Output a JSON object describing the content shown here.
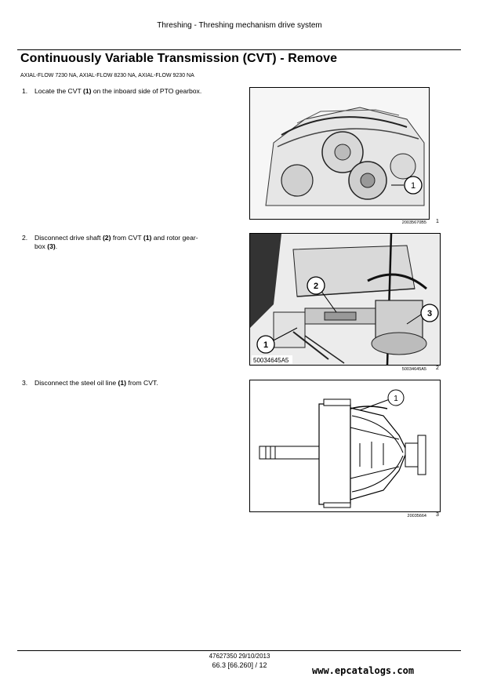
{
  "header": {
    "text": "Threshing - Threshing mechanism drive system"
  },
  "title": "Continuously Variable Transmission (CVT) - Remove",
  "models": "AXIAL-FLOW 7230 NA, AXIAL-FLOW 8230 NA, AXIAL-FLOW 9230 NA",
  "steps": [
    {
      "num": "1.",
      "pre": "Locate the CVT ",
      "b1": "(1)",
      "mid": " on the inboard side of PTO gearbox.",
      "b2": "",
      "post": ""
    },
    {
      "num": "2.",
      "pre": "Disconnect drive shaft ",
      "b1": "(2)",
      "mid": " from CVT ",
      "b2": "(1)",
      "post": " and rotor gear-",
      "line2_pre": "box ",
      "line2_b": "(3)",
      "line2_post": "."
    },
    {
      "num": "3.",
      "pre": "Disconnect the steel oil line ",
      "b1": "(1)",
      "mid": " from CVT.",
      "b2": "",
      "post": ""
    }
  ],
  "figures": [
    {
      "code": "20035670B5",
      "number": "1",
      "callouts": [
        "1"
      ]
    },
    {
      "code": "50034645A5",
      "number": "2",
      "callouts": [
        "2",
        "3",
        "1"
      ],
      "stamp": "50034645A5"
    },
    {
      "code": "20035664",
      "number": "3",
      "callouts": [
        "1"
      ]
    }
  ],
  "footer": {
    "doc": "47627350 29/10/2013",
    "page": "66.3 [66.260] / 12"
  },
  "watermark": "www.epcatalogs.com"
}
